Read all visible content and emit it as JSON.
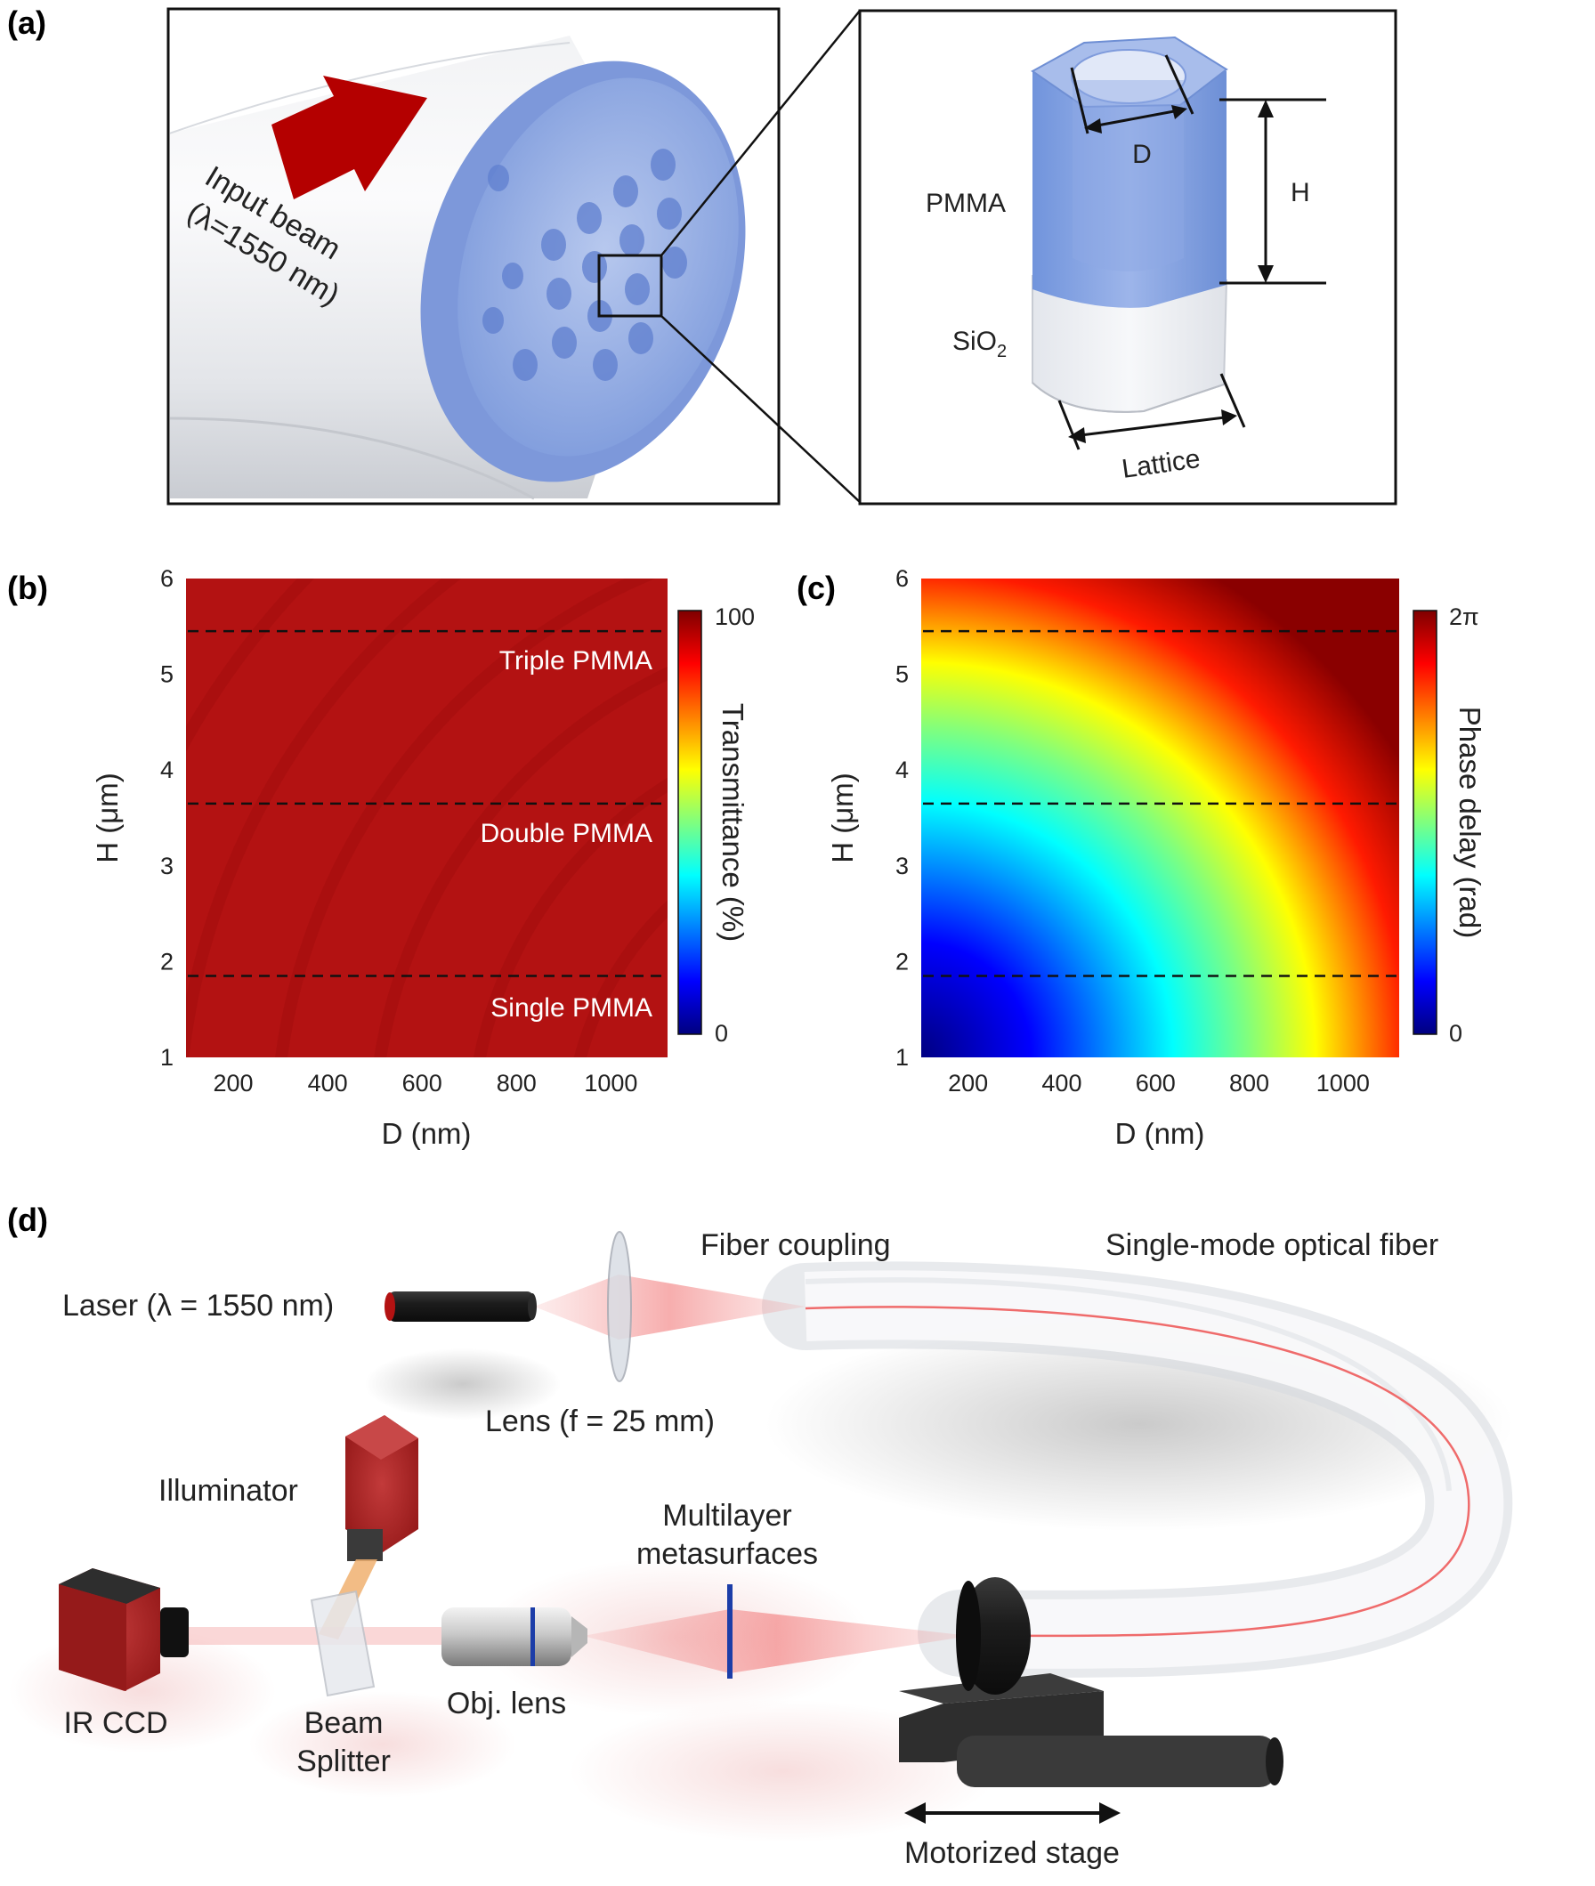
{
  "panels": {
    "a": {
      "label": "(a)",
      "input_beam": "Input beam",
      "wavelength": "(λ=1550 nm)",
      "pmma": "PMMA",
      "sio2": "SiO",
      "sio2_sub": "2",
      "dim_d": "D",
      "dim_h": "H",
      "lattice": "Lattice"
    },
    "b": {
      "label": "(b)",
      "ylabel": "H (μm)",
      "xlabel": "D (nm)",
      "cbar_label": "Transmittance (%)",
      "cbar_max": "100",
      "cbar_min": "0",
      "layers": [
        "Triple PMMA",
        "Double PMMA",
        "Single PMMA"
      ]
    },
    "c": {
      "label": "(c)",
      "ylabel": "H (μm)",
      "xlabel": "D (nm)",
      "cbar_label": "Phase delay (rad)",
      "cbar_max": "2π",
      "cbar_min": "0"
    },
    "d": {
      "label": "(d)",
      "laser": "Laser (λ = 1550 nm)",
      "fiber_coupling": "Fiber coupling",
      "fiber": "Single-mode optical fiber",
      "lens": "Lens (f = 25 mm)",
      "illuminator": "Illuminator",
      "metasurface_1": "Multilayer",
      "metasurface_2": "metasurfaces",
      "ir_ccd": "IR CCD",
      "splitter_1": "Beam",
      "splitter_2": "Splitter",
      "obj_lens": "Obj. lens",
      "stage": "Motorized stage"
    }
  },
  "colors": {
    "pmma_blue": "#6f93d6",
    "arrow_red": "#b40000",
    "heat_red": "#b31212",
    "laser_red": "#e63b3b"
  },
  "chart_data": [
    {
      "type": "heatmap",
      "panel": "b",
      "xlabel": "D (nm)",
      "ylabel": "H (μm)",
      "xlim": [
        100,
        1120
      ],
      "ylim": [
        1,
        6
      ],
      "x_ticks": [
        "200",
        "400",
        "600",
        "800",
        "1000"
      ],
      "y_ticks": [
        "1",
        "2",
        "3",
        "4",
        "5",
        "6"
      ],
      "colorbar": {
        "label": "Transmittance (%)",
        "range": [
          0,
          100
        ],
        "colormap": "jet"
      },
      "dashed_lines": [
        {
          "H": 5.45,
          "label": "Triple PMMA"
        },
        {
          "H": 3.65,
          "label": "Double PMMA"
        },
        {
          "H": 1.85,
          "label": "Single PMMA"
        }
      ],
      "value_description_range": [
        90,
        100
      ]
    },
    {
      "type": "heatmap",
      "panel": "c",
      "xlabel": "D (nm)",
      "ylabel": "H (μm)",
      "xlim": [
        100,
        1120
      ],
      "ylim": [
        1,
        6
      ],
      "x_ticks": [
        "200",
        "400",
        "600",
        "800",
        "1000"
      ],
      "y_ticks": [
        "1",
        "2",
        "3",
        "4",
        "5",
        "6"
      ],
      "colorbar": {
        "label": "Phase delay (rad)",
        "range": [
          "0",
          "2π"
        ],
        "colormap": "jet"
      },
      "dashed_lines": [
        {
          "H": 5.45
        },
        {
          "H": 3.65
        },
        {
          "H": 1.85
        }
      ]
    }
  ]
}
